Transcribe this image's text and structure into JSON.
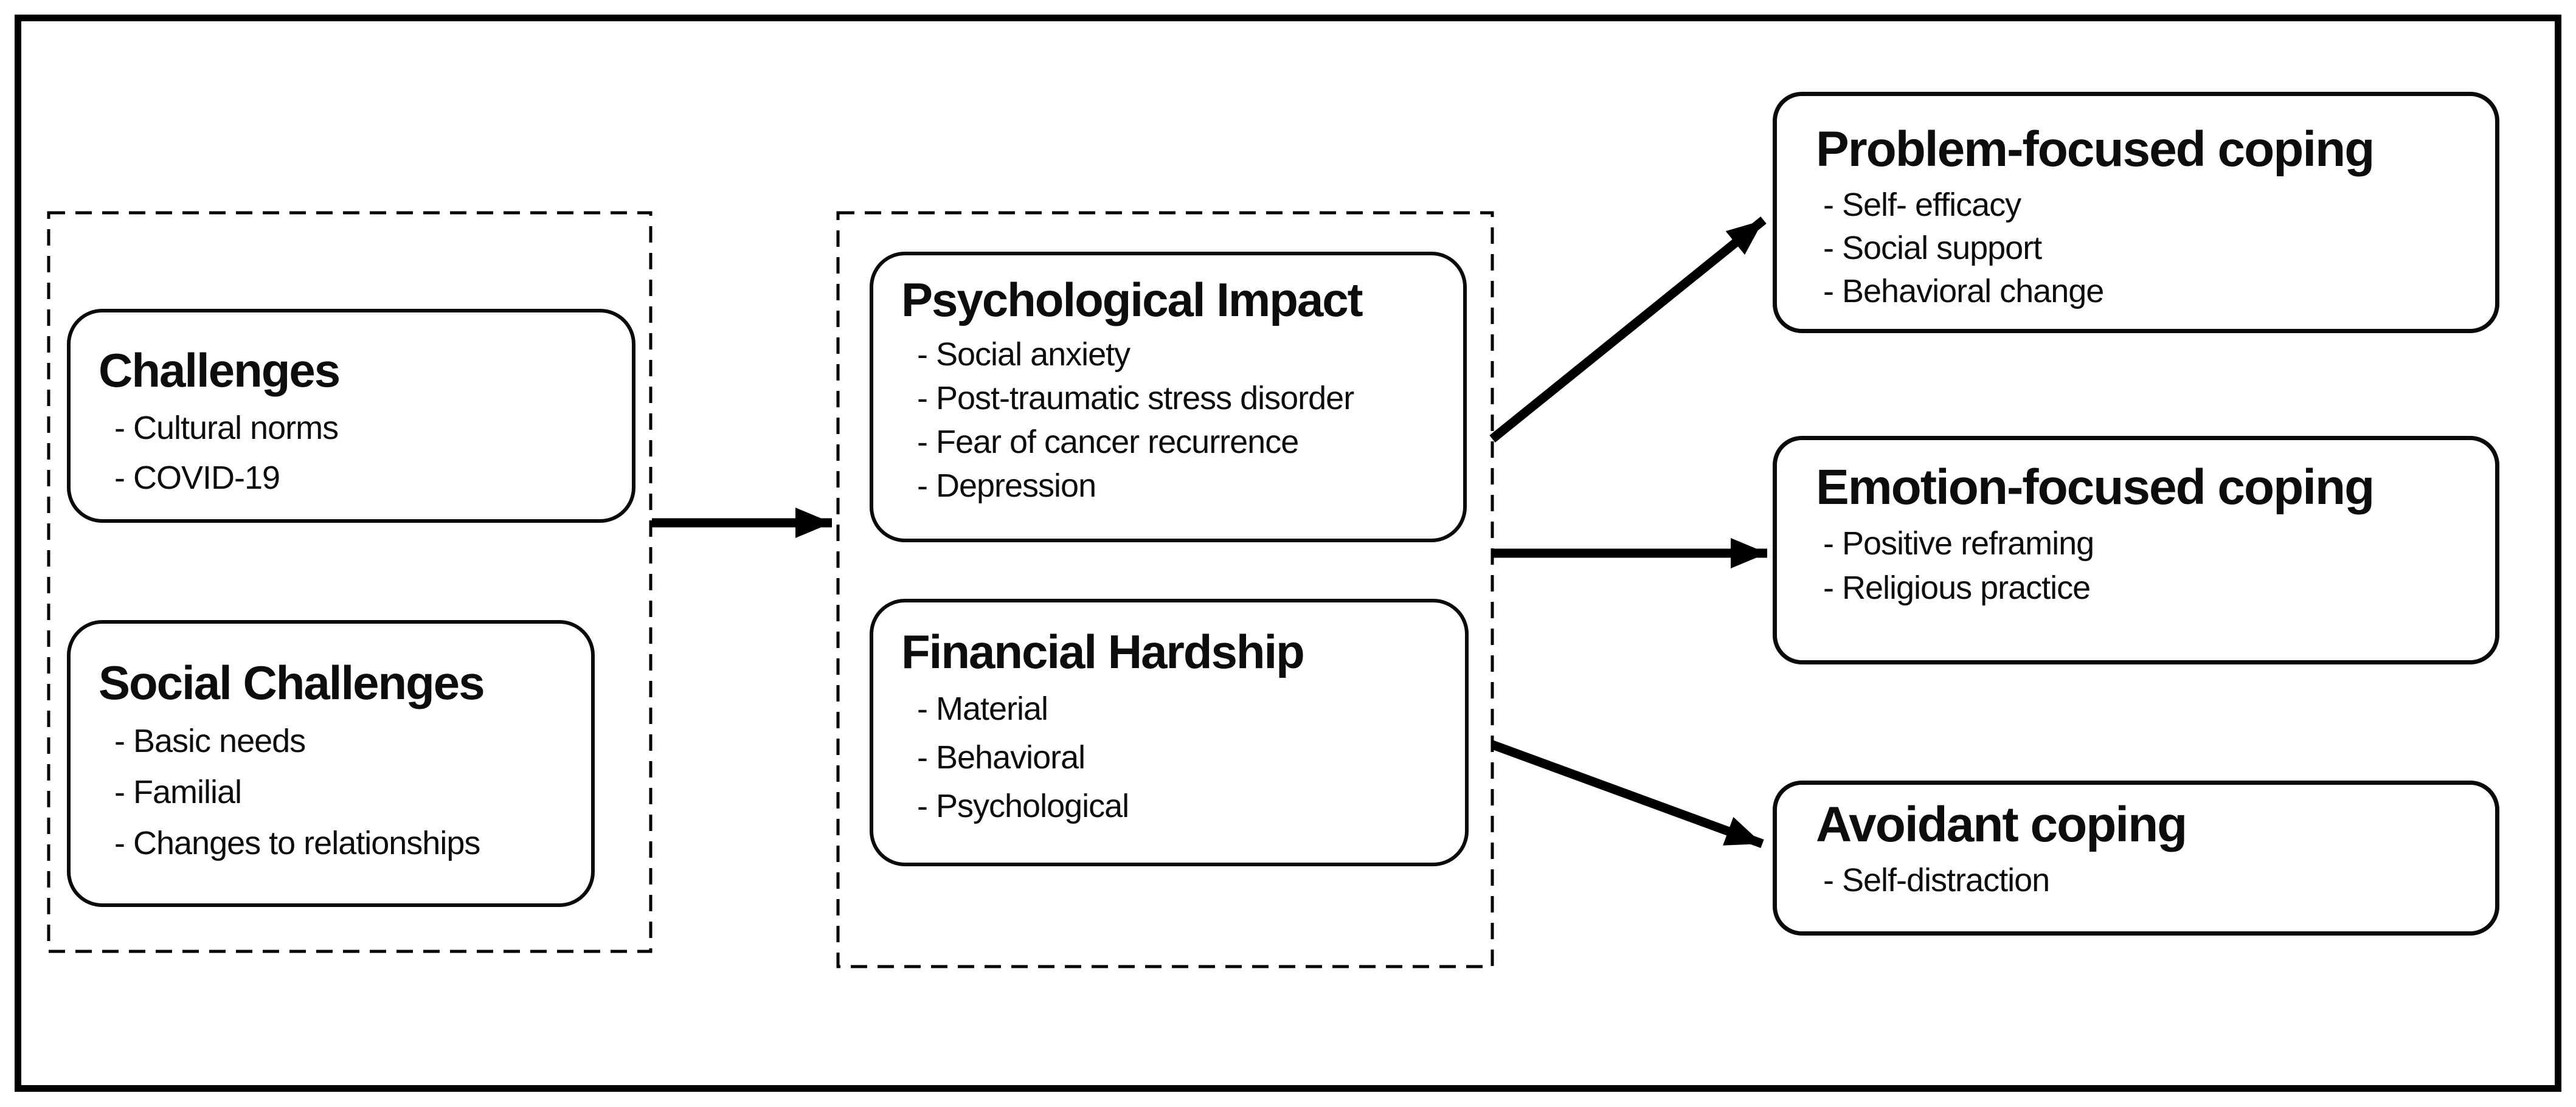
{
  "colors": {
    "ink": "#000000",
    "paper": "#ffffff",
    "text": "#0d0d0d"
  },
  "boxes": {
    "challenges": {
      "title": "Challenges",
      "items": [
        "- Cultural norms",
        "- COVID-19"
      ]
    },
    "social_challenges": {
      "title": "Social Challenges",
      "items": [
        "- Basic needs",
        "- Familial",
        "- Changes to relationships"
      ]
    },
    "psychological_impact": {
      "title": "Psychological Impact",
      "items": [
        "- Social anxiety",
        "- Post-traumatic stress disorder",
        "- Fear of cancer recurrence",
        "- Depression"
      ]
    },
    "financial_hardship": {
      "title": "Financial Hardship",
      "items": [
        "- Material",
        "- Behavioral",
        "- Psychological"
      ]
    },
    "problem_focused_coping": {
      "title": "Problem-focused coping",
      "items": [
        "- Self- efficacy",
        "- Social support",
        "- Behavioral change"
      ]
    },
    "emotion_focused_coping": {
      "title": "Emotion-focused coping",
      "items": [
        "- Positive reframing",
        "- Religious practice"
      ]
    },
    "avoidant_coping": {
      "title": "Avoidant coping",
      "items": [
        "- Self-distraction"
      ]
    }
  }
}
